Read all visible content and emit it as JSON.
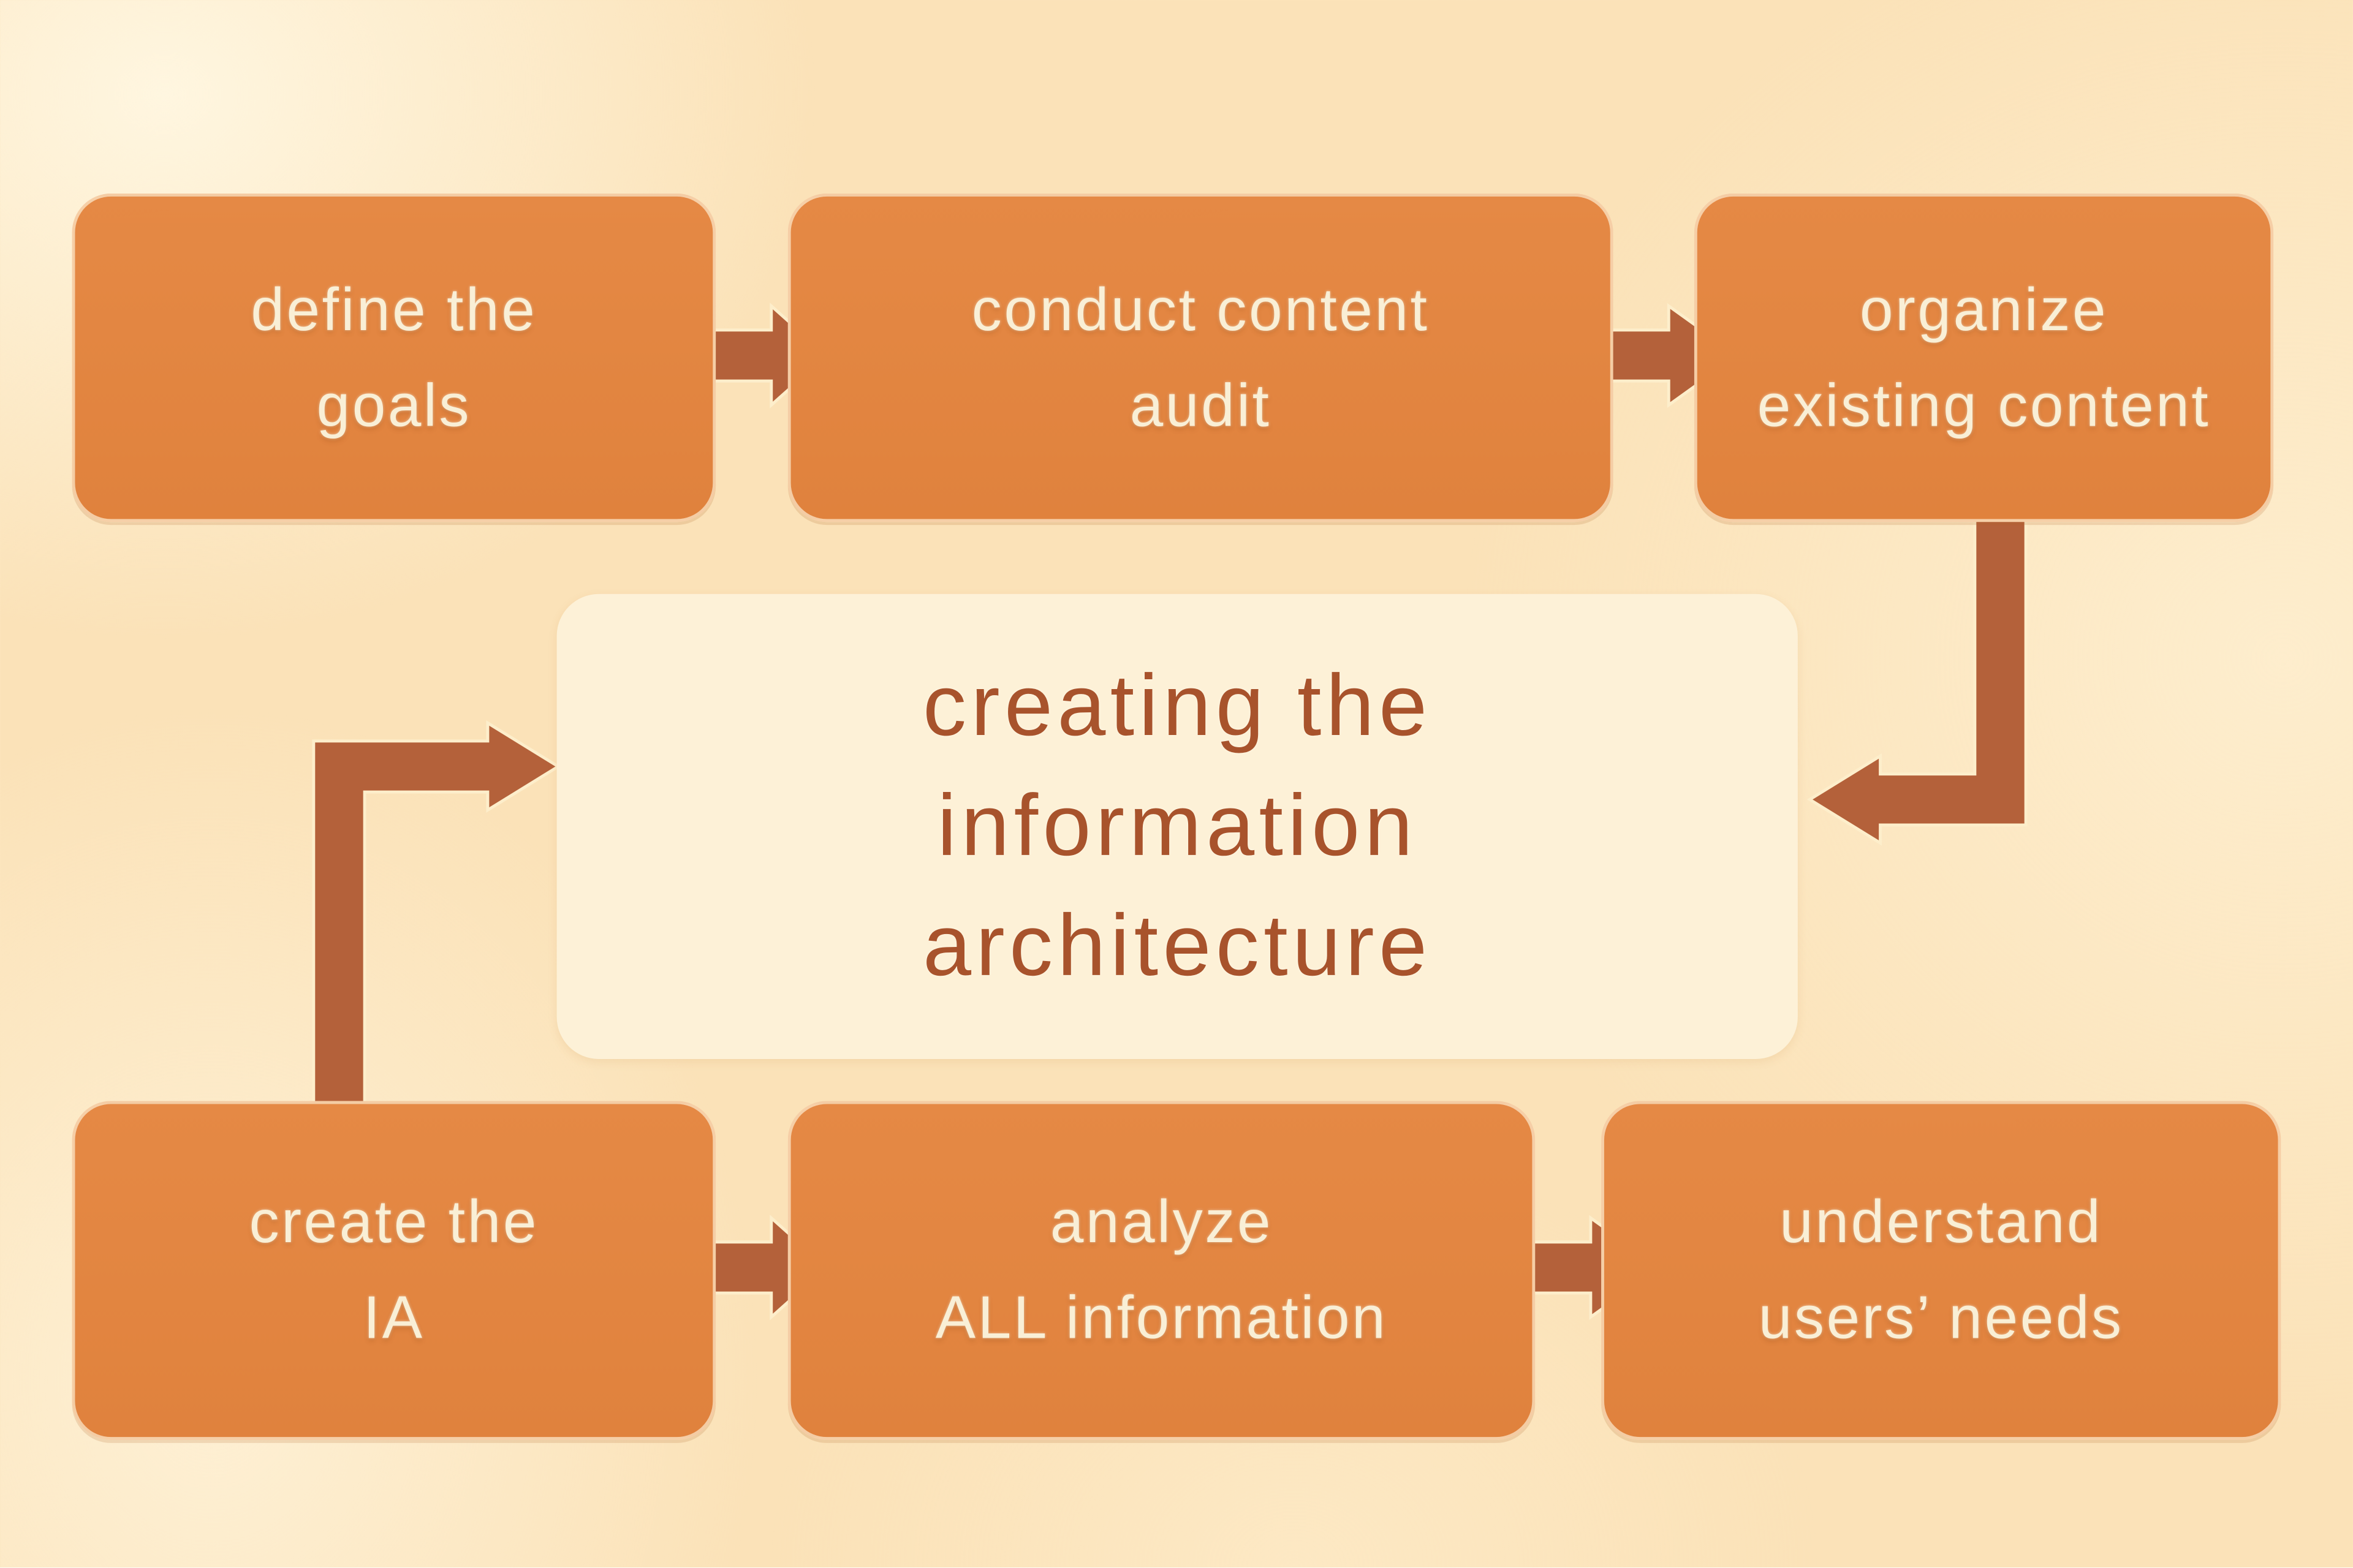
{
  "diagram": {
    "type": "flowchart",
    "center": {
      "line1": "creating the",
      "line2": "information",
      "line3": "architecture"
    },
    "boxes": {
      "define": {
        "line1": "define the",
        "line2": "goals"
      },
      "conduct": {
        "line1": "conduct content",
        "line2": "audit"
      },
      "organize": {
        "line1": "organize",
        "line2": "existing content"
      },
      "create": {
        "line1": "create the",
        "line2": "IA"
      },
      "analyze": {
        "line1": "analyze",
        "line2": "ALL information"
      },
      "understand": {
        "line1": "understand",
        "line2": "users’ needs"
      }
    },
    "connections": [
      "define the goals -> conduct content audit",
      "conduct content audit -> organize existing content",
      "organize existing content -> creating the information architecture",
      "create the IA -> creating the information architecture",
      "create the IA -> analyze ALL information",
      "analyze ALL information -> understand users' needs"
    ],
    "icons": {
      "straight_connector": "arrow-right-icon",
      "left_connector": "elbow-arrow-up-right-icon",
      "right_connector": "elbow-arrow-down-left-icon"
    }
  },
  "colors": {
    "background": "#fbe2b8",
    "process_box_fill": "#e58945",
    "process_box_text": "#f9efd6",
    "center_box_fill": "#fdf1d7",
    "center_box_text": "#a8532c",
    "arrow_fill": "#b4613a",
    "arrow_outline": "#fdeecb"
  }
}
